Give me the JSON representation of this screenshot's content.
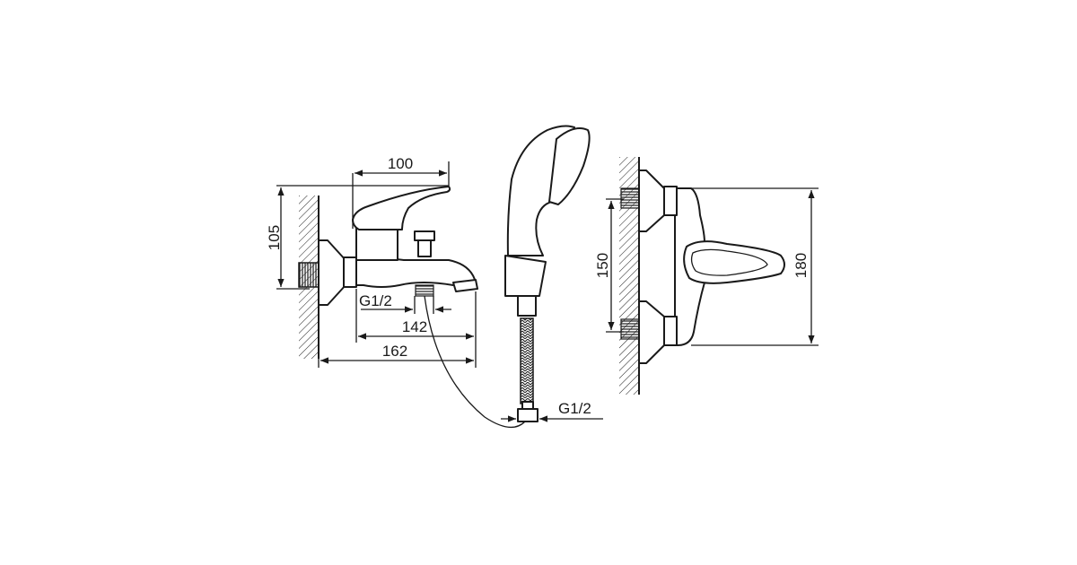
{
  "drawing": {
    "bath_mixer_side_view": {
      "height_label": "105",
      "lever_length_label": "100",
      "connection_label": "G1/2",
      "spout_reach_label": "142",
      "total_reach_label": "162"
    },
    "hand_shower": {
      "connection_label": "G1/2"
    },
    "bath_mixer_front_view": {
      "inlet_spacing_label": "150",
      "body_height_label": "180"
    }
  },
  "colors": {
    "line": "#1a1a1a",
    "background": "#ffffff"
  }
}
